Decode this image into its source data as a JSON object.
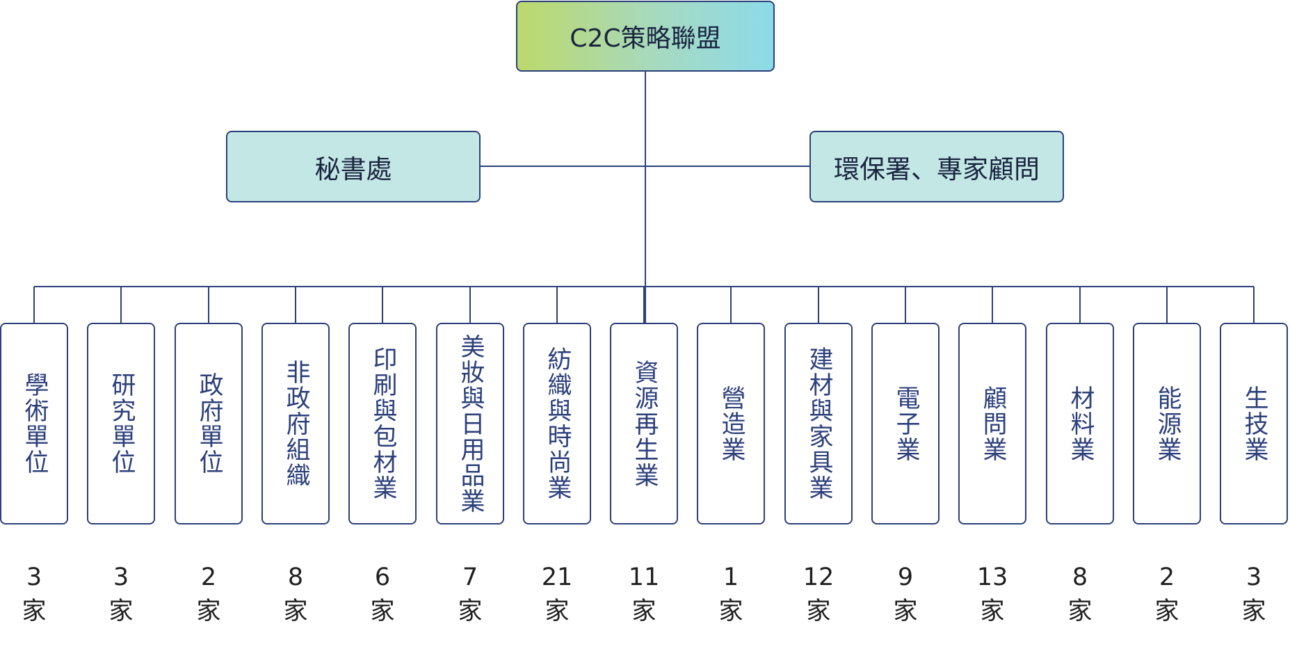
{
  "root": {
    "label": "C2C策略聯盟"
  },
  "branches": {
    "left": {
      "label": "秘書處"
    },
    "right": {
      "label": "環保署、專家顧問"
    }
  },
  "members": [
    {
      "label": "學術單位",
      "count": "3",
      "unit": "家"
    },
    {
      "label": "研究單位",
      "count": "3",
      "unit": "家"
    },
    {
      "label": "政府單位",
      "count": "2",
      "unit": "家"
    },
    {
      "label": "非政府組織",
      "count": "8",
      "unit": "家"
    },
    {
      "label": "印刷與包材業",
      "count": "6",
      "unit": "家"
    },
    {
      "label": "美妝與日用品業",
      "count": "7",
      "unit": "家"
    },
    {
      "label": "紡織與時尚業",
      "count": "21",
      "unit": "家"
    },
    {
      "label": "資源再生業",
      "count": "11",
      "unit": "家"
    },
    {
      "label": "營造業",
      "count": "1",
      "unit": "家"
    },
    {
      "label": "建材與家具業",
      "count": "12",
      "unit": "家"
    },
    {
      "label": "電子業",
      "count": "9",
      "unit": "家"
    },
    {
      "label": "顧問業",
      "count": "13",
      "unit": "家"
    },
    {
      "label": "材料業",
      "count": "8",
      "unit": "家"
    },
    {
      "label": "能源業",
      "count": "2",
      "unit": "家"
    },
    {
      "label": "生技業",
      "count": "3",
      "unit": "家"
    }
  ],
  "colors": {
    "line": "#2b3f7a",
    "mid_fill": "#c3e7e4",
    "root_gradient": [
      "#bdd96b",
      "#8ddbe9"
    ]
  }
}
